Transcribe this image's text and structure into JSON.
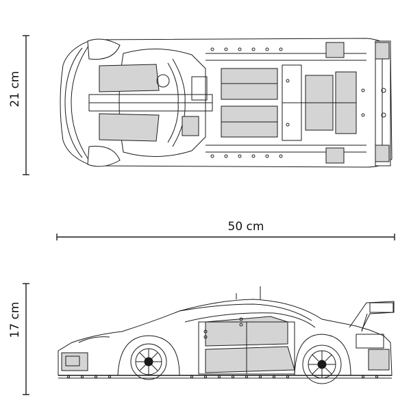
{
  "dimensions": {
    "width_label": "21 cm",
    "length_label": "50 cm",
    "height_label": "17 cm"
  },
  "colors": {
    "line": "#1a1a1a",
    "panel_fill": "#d4d4d4",
    "background": "#ffffff"
  }
}
